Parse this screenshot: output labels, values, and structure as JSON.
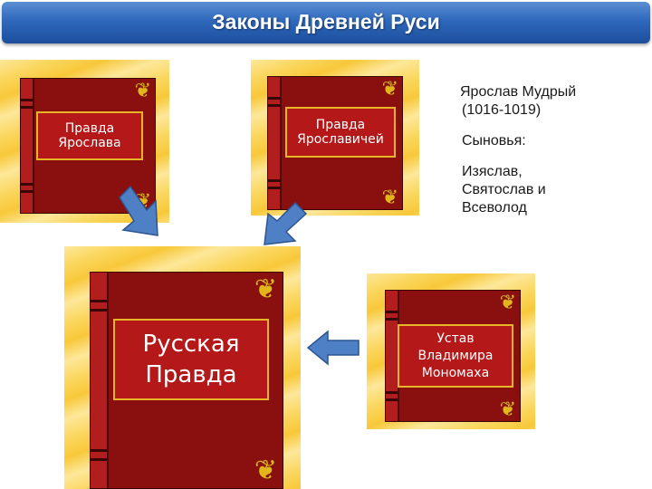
{
  "title": "Законы Древней Руси",
  "books": {
    "pravda_yaroslava": "Правда\nЯрослава",
    "pravda_yaroslavichey": "Правда\nЯрославичей",
    "russkaya_pravda": "Русская\nПравда",
    "ustav_monomakha": "Устав\nВладимира\nМономаха"
  },
  "notes": {
    "yaroslav": " Ярослав Мудрый",
    "years": "(1016-1019)",
    "sons_heading": "Сыновья:",
    "sons_names": "Изяслав,\nСвятослав и\nВсеволод"
  },
  "colors": {
    "title_bar": "#2f68bd",
    "book_cover": "#8a0f0f",
    "label_fill": "#b41818",
    "gold": "#e3b51d",
    "arrow": "#4f7fc4"
  }
}
